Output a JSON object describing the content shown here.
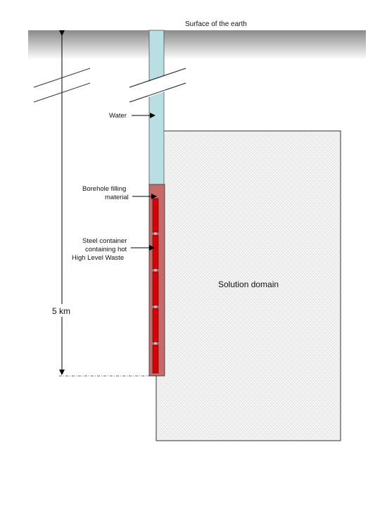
{
  "labels": {
    "surface": "Surface of the earth",
    "water": "Water",
    "borehole_filling_line1": "Borehole filling",
    "borehole_filling_line2": "material",
    "steel_line1": "Steel container",
    "steel_line2": "containing hot",
    "steel_line3": "High Level Waste",
    "solution_domain": "Solution domain",
    "depth": "5 km"
  },
  "colors": {
    "water": "#b9dfe2",
    "filling": "#c96a6a",
    "container": "#d80000",
    "domain_border": "#333333",
    "domain_fill": "#f4f4f4",
    "ground_gradient_top": "#8a8a8a"
  }
}
